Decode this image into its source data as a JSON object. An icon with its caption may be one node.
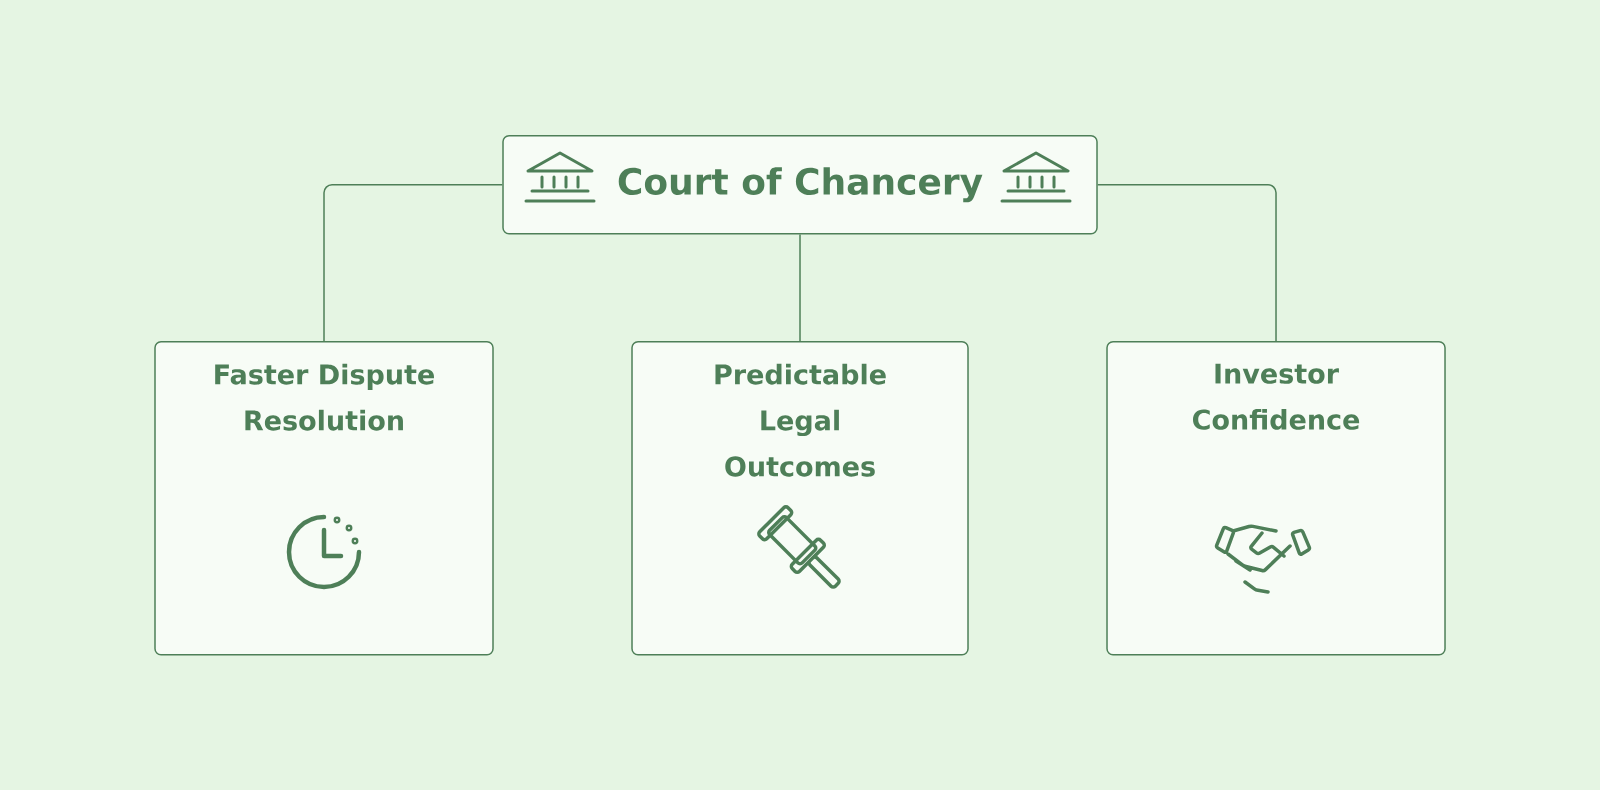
{
  "diagram": {
    "nodes": [
      {
        "text": [
          "Court of Chancery"
        ]
      },
      {
        "text": [
          "Faster Dispute Resolution"
        ]
      },
      {
        "text": [
          "Predictable Legal Outcomes"
        ]
      },
      {
        "text": [
          "Investor Confidence"
        ]
      }
    ],
    "edges": [
      {
        "from": 0,
        "to": 1,
        "arrow": "none"
      },
      {
        "from": 0,
        "to": 2,
        "arrow": "none"
      },
      {
        "from": 0,
        "to": 3,
        "arrow": "none"
      }
    ]
  }
}
